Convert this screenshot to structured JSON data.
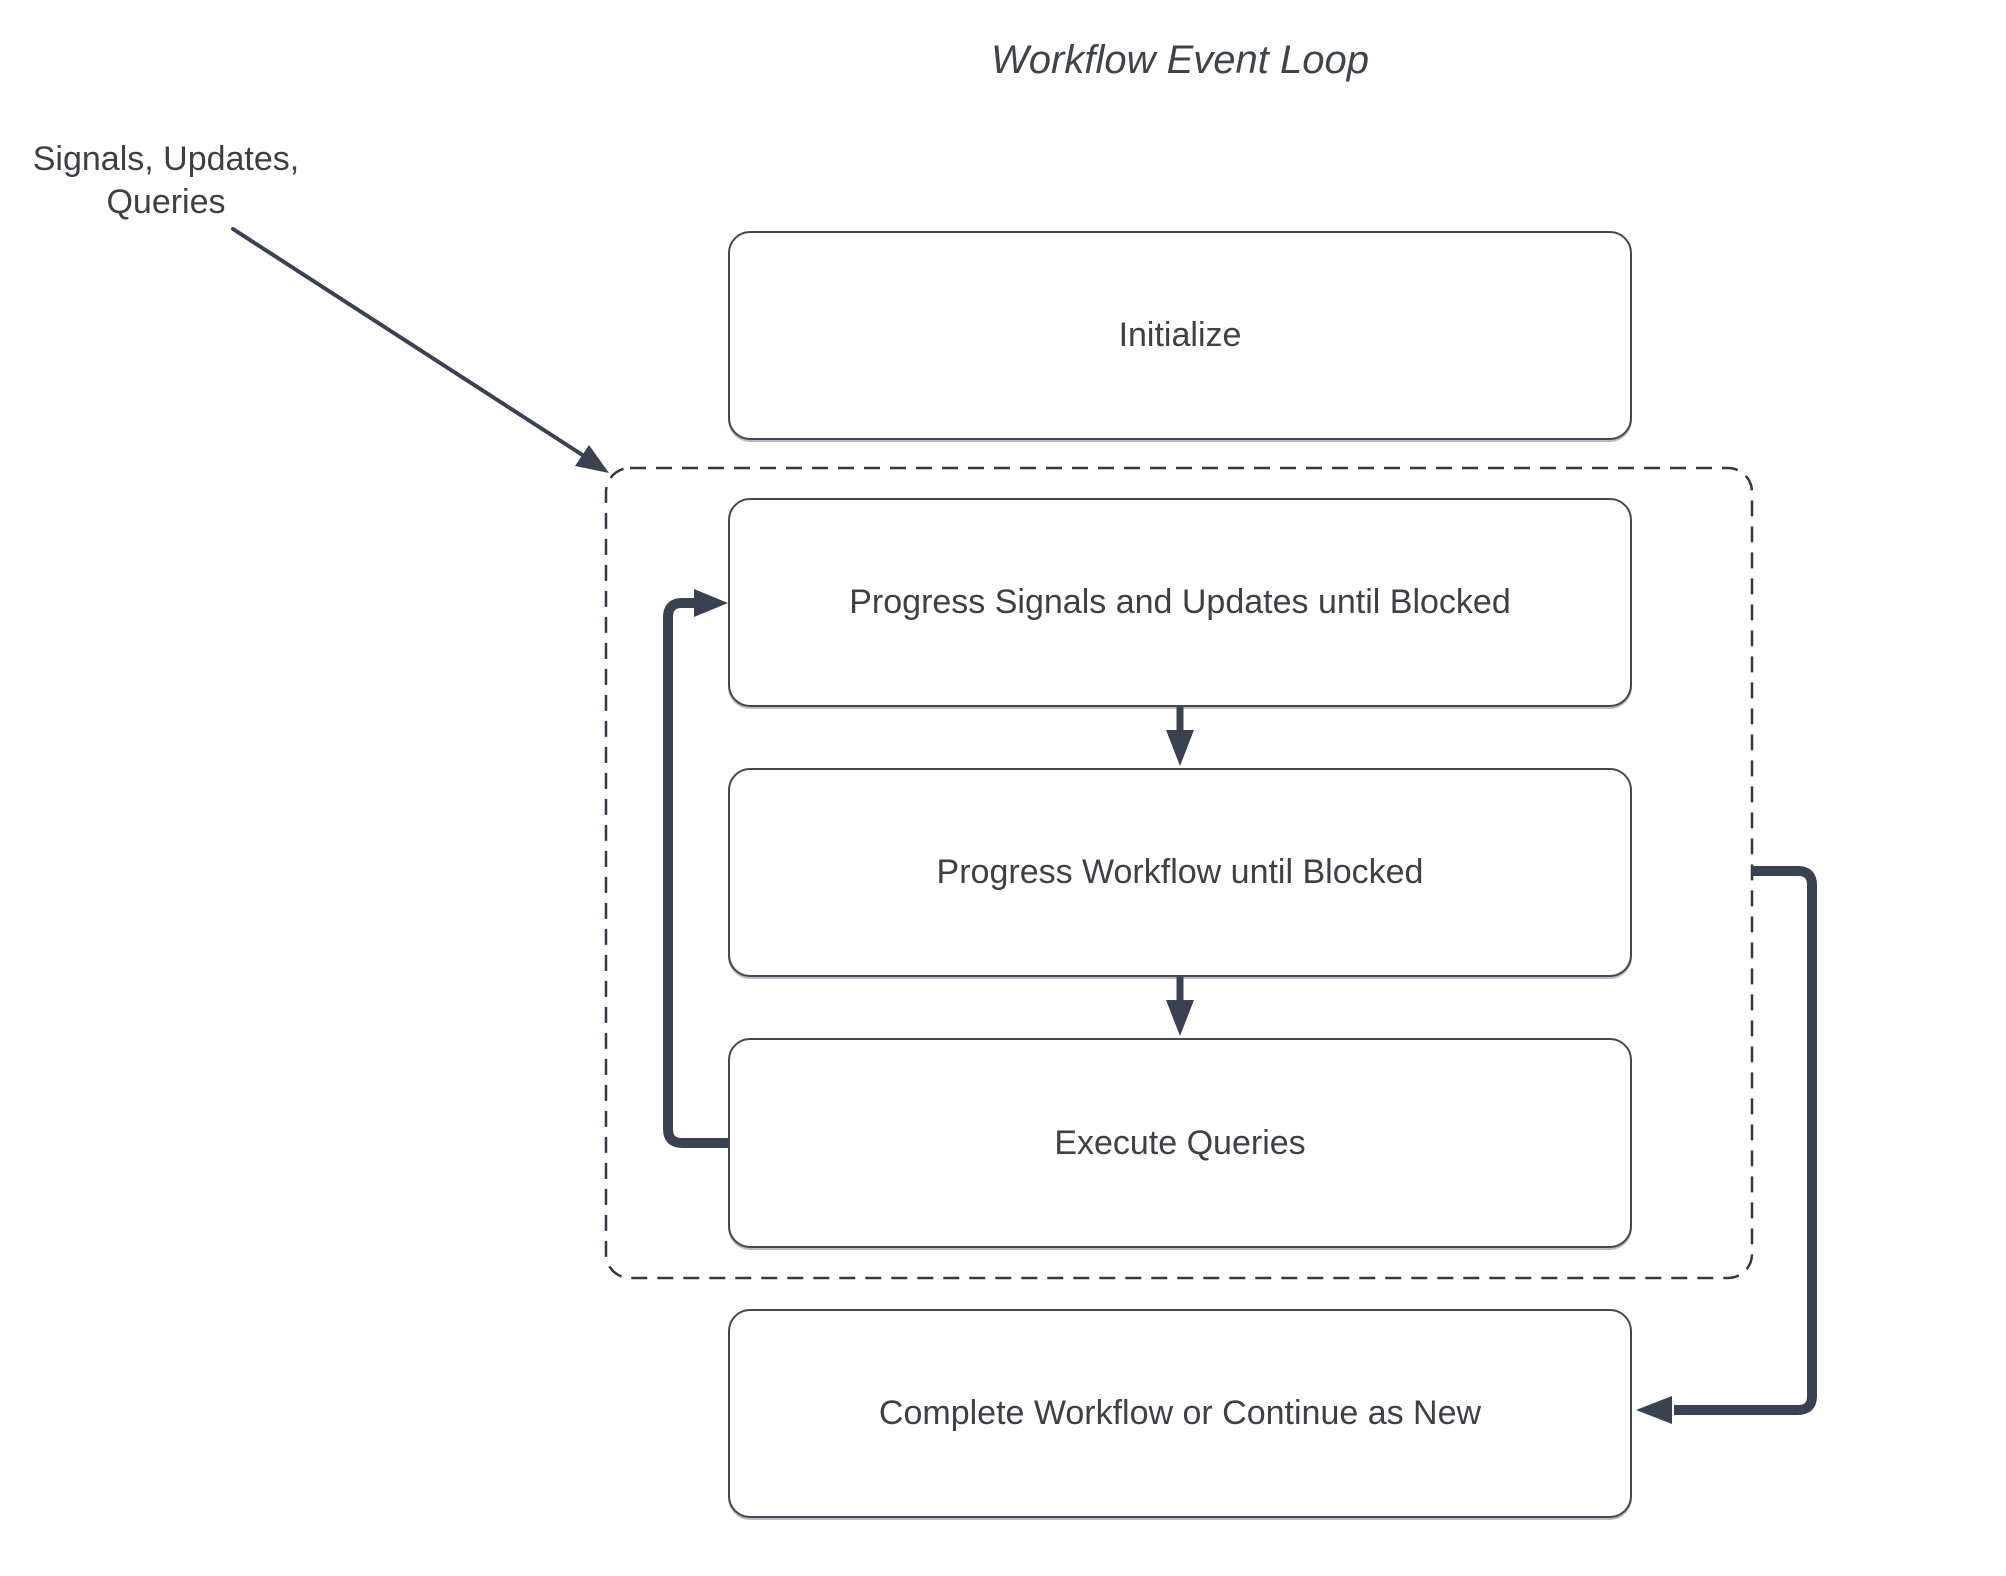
{
  "diagram": {
    "title": "Workflow Event Loop",
    "external_label": "Signals, Updates,\nQueries",
    "nodes": [
      {
        "id": "initialize",
        "label": "Initialize"
      },
      {
        "id": "progress-signals",
        "label": "Progress Signals and Updates until Blocked"
      },
      {
        "id": "progress-workflow",
        "label": "Progress Workflow until Blocked"
      },
      {
        "id": "execute-queries",
        "label": "Execute Queries"
      },
      {
        "id": "complete",
        "label": "Complete Workflow or Continue as New"
      }
    ],
    "connectors": [
      {
        "id": "signals-input",
        "description": "external events into event loop"
      },
      {
        "id": "signals-to-workflow",
        "description": "progress signals to progress workflow"
      },
      {
        "id": "workflow-to-queries",
        "description": "progress workflow to execute queries"
      },
      {
        "id": "queries-loop-back",
        "description": "execute queries loops back to progress signals"
      },
      {
        "id": "loop-to-complete",
        "description": "event loop to complete workflow"
      }
    ],
    "colors": {
      "connector": "#3A4252",
      "box_border": "#43474F",
      "text": "#3D4145",
      "background": "#FFFFFF"
    }
  }
}
